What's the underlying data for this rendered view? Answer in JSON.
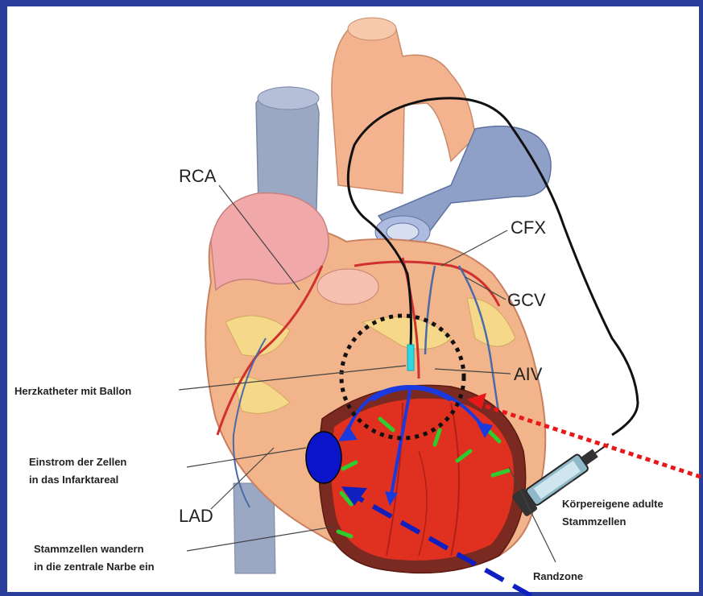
{
  "labels": {
    "rca": "RCA",
    "cfx": "CFX",
    "gcv": "GCV",
    "aiv": "AIV",
    "lad": "LAD",
    "herzkatheter": "Herzkatheter mit Ballon",
    "einstrom_line1": "Einstrom der Zellen",
    "einstrom_line2": "in das Infarktareal",
    "stammzellen_line1": "Stammzellen wandern",
    "stammzellen_line2": "in die zentrale Narbe ein",
    "koerpereigene_line1": "Körpereigene adulte",
    "koerpereigene_line2": "Stammzellen",
    "randzone": "Randzone"
  },
  "colors": {
    "border": "#2a3f9c",
    "background": "#ffffff",
    "infarct": "#e03020",
    "border_zone": "#7a2a20",
    "cell_arrows": "#2ecc2e",
    "flow_arrows": "#1a3adf",
    "cell_marker": "#0a14c8",
    "red_dotted": "#e81818",
    "blue_dashed": "#1020c0"
  },
  "icons": [
    "heart-illustration",
    "syringe-icon",
    "catheter-wire",
    "balloon-marker"
  ]
}
